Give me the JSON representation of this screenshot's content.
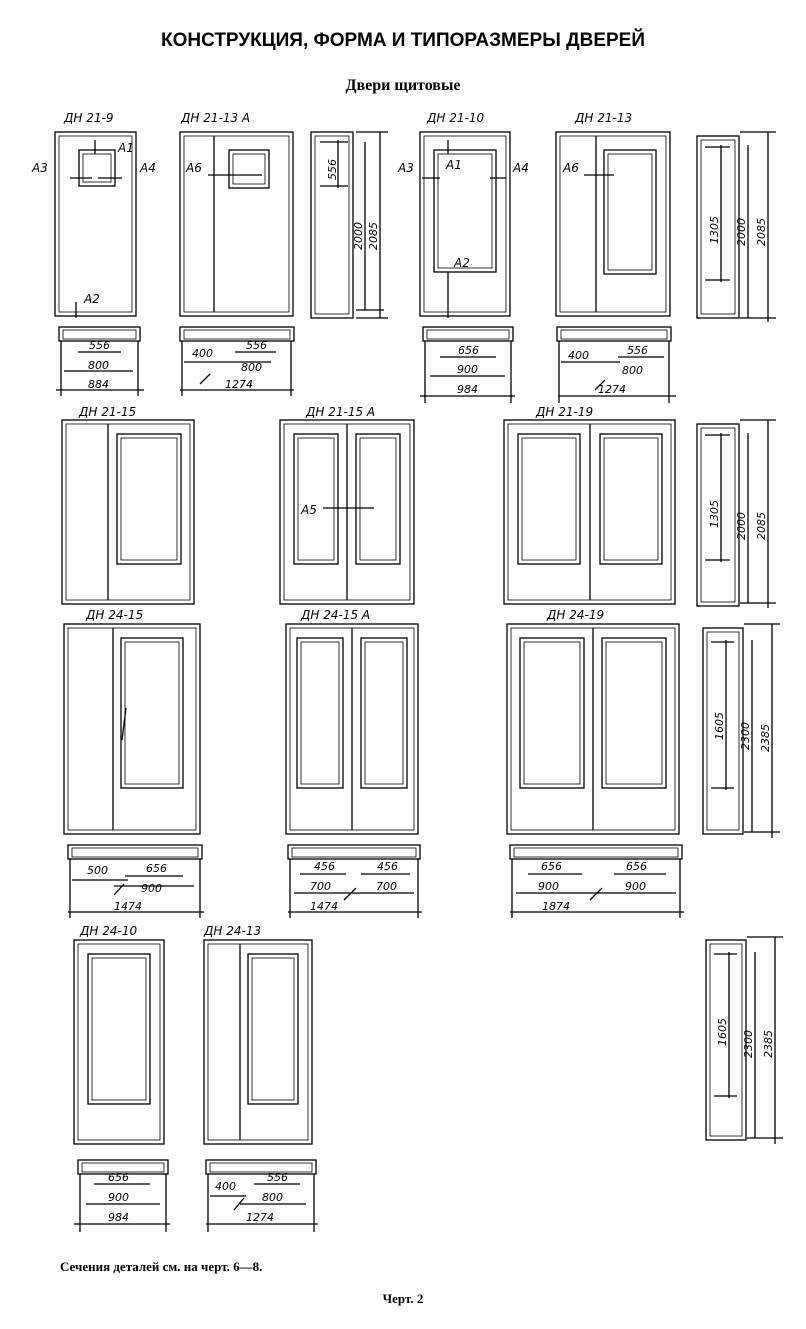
{
  "title": "КОНСТРУКЦИЯ, ФОРМА И ТИПОРАЗМЕРЫ ДВЕРЕЙ",
  "subtitle": "Двери щитовые",
  "note": "Сечения деталей см. на черт. 6—8.",
  "chart_label": "Черт. 2",
  "doors": [
    {
      "label": "ДН 21-9",
      "widths": {
        "panel": "556",
        "leaf": "800",
        "overall": "884"
      }
    },
    {
      "label": "ДН 21-13 А",
      "widths": {
        "side": "400",
        "panel": "556",
        "leaf": "800",
        "overall": "1274"
      }
    },
    {
      "label": "ДН 21-10",
      "widths": {
        "panel": "656",
        "leaf": "900",
        "overall": "984"
      }
    },
    {
      "label": "ДН 21-13",
      "widths": {
        "side": "400",
        "panel": "556",
        "leaf": "800",
        "overall": "1274"
      }
    },
    {
      "label": "ДН 21-15"
    },
    {
      "label": "ДН 21-15 А"
    },
    {
      "label": "ДН 21-19"
    },
    {
      "label": "ДН 24-15",
      "widths": {
        "side": "500",
        "panel": "656",
        "leaf": "900",
        "overall": "1474"
      }
    },
    {
      "label": "ДН 24-15 А",
      "widths": {
        "panel_left": "456",
        "panel_right": "456",
        "leaf_left": "700",
        "leaf_right": "700",
        "overall": "1474"
      }
    },
    {
      "label": "ДН 24-19",
      "widths": {
        "panel_left": "656",
        "panel_right": "656",
        "leaf_left": "900",
        "leaf_right": "900",
        "overall": "1874"
      }
    },
    {
      "label": "ДН 24-10",
      "widths": {
        "panel": "656",
        "leaf": "900",
        "overall": "984"
      }
    },
    {
      "label": "ДН 24-13",
      "widths": {
        "side": "400",
        "panel": "556",
        "leaf": "800",
        "overall": "1274"
      }
    }
  ],
  "section_markers": {
    "a1": "A1",
    "a2": "A2",
    "a3": "A3",
    "a4": "A4",
    "a5": "A5",
    "a6": "A6"
  },
  "heights": {
    "h21": {
      "glass": "1305",
      "leaf": "2000",
      "overall": "2085"
    },
    "h21_solid": {
      "glass": "556",
      "leaf": "2000",
      "overall": "2085"
    },
    "h24": {
      "glass": "1605",
      "leaf": "2300",
      "overall": "2385"
    }
  }
}
